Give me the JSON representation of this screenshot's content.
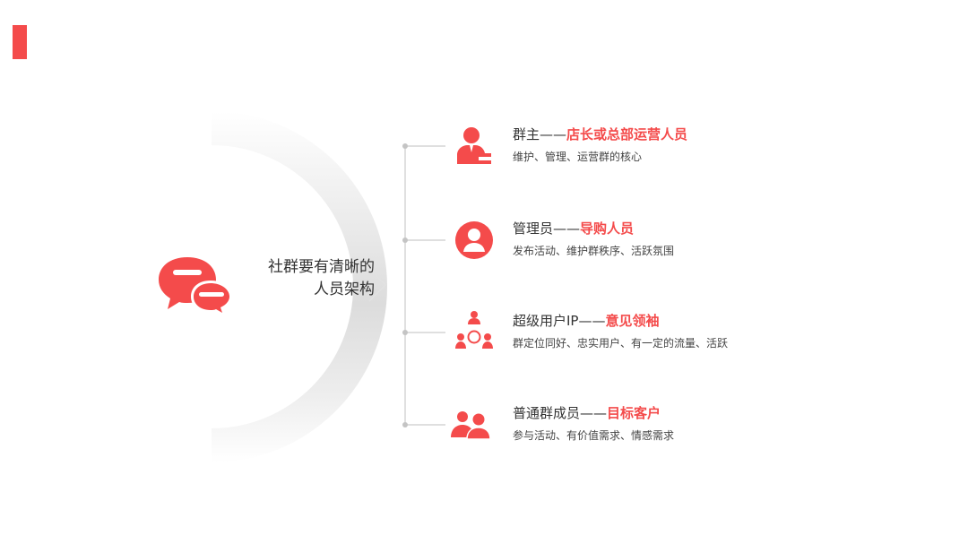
{
  "colors": {
    "accent": "#f44b4b",
    "text_dark": "#333333",
    "line_gray": "#cccccc"
  },
  "center": {
    "icon": "chat-bubbles-icon",
    "line1": "社群要有清晰的",
    "line2": "人员架构"
  },
  "roles": [
    {
      "icon": "person-desk-icon",
      "name": "群主",
      "separator": "——",
      "highlight": "店长或总部运营人员",
      "description": "维护、管理、运营群的核心"
    },
    {
      "icon": "user-circle-icon",
      "name": "管理员",
      "separator": "——",
      "highlight": "导购人员",
      "description": "发布活动、维护群秩序、活跃氛围"
    },
    {
      "icon": "network-users-icon",
      "name": "超级用户IP",
      "separator": "——",
      "highlight": "意见领袖",
      "description": "群定位同好、忠实用户、有一定的流量、活跃"
    },
    {
      "icon": "group-users-icon",
      "name": "普通群成员",
      "separator": "——",
      "highlight": "目标客户",
      "description": "参与活动、有价值需求、情感需求"
    }
  ]
}
